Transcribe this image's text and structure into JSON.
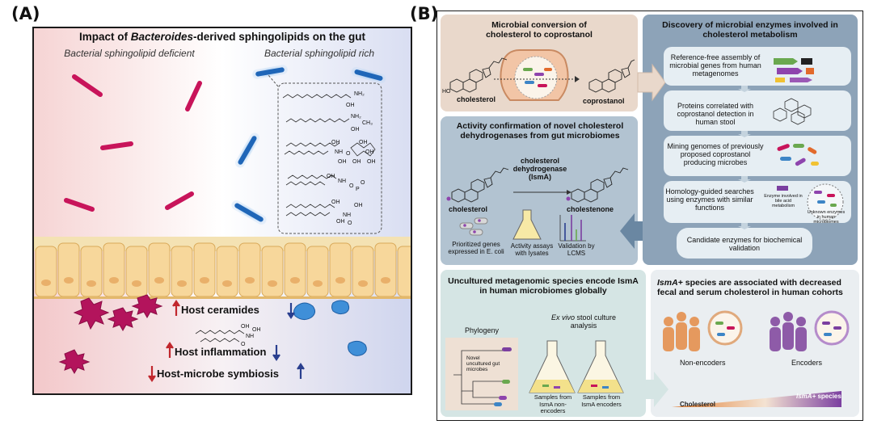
{
  "panel_a": {
    "tag": "(A)",
    "title_pre": "Impact of ",
    "title_em": "Bacteroides",
    "title_post": "-derived sphingolipids on the gut",
    "left_label": "Bacterial sphingolipid deficient",
    "right_label": "Bacterial sphingolipid rich",
    "chem_labels": [
      "NH₂",
      "OH",
      "NH₂",
      "OH",
      "CH₃",
      "OH",
      "OH",
      "NH",
      "O",
      "OH",
      "OH",
      "OH",
      "OH",
      "NH",
      "OH",
      "O",
      "O",
      "P",
      "OH",
      "NH",
      "OH",
      "OH",
      "O"
    ],
    "host_ceramides": "Host ceramides",
    "host_inflammation": "Host inflammation",
    "host_symbiosis": "Host-microbe symbiosis",
    "chem_small": [
      "OH",
      "NH",
      "OH",
      "O"
    ]
  },
  "panel_b": {
    "tag": "(B)",
    "box1": {
      "title": "Microbial conversion of cholesterol to coprostanol",
      "left": "cholesterol",
      "right": "coprostanol",
      "ho": "HO"
    },
    "box2": {
      "title": "Discovery of microbial enzymes involved in cholesterol metabolism",
      "steps": [
        "Reference-free assembly of microbial genes from human metagenomes",
        "Proteins correlated with coprostanol detection in human stool",
        "Mining genomes of previously proposed coprostanol producing microbes",
        "Homology-guided searches using enzymes with similar functions",
        "Candidate enzymes for biochemical validation"
      ],
      "enzyme_known": "Enzyme involved in bile acid metabolism",
      "enzyme_unknown": "Unknown enzymes in human microbiomes"
    },
    "box3": {
      "title": "Activity confirmation of novel cholesterol dehydrogenases from gut microbiomes",
      "enzyme": "cholesterol dehydrogenase (IsmA)",
      "left": "cholesterol",
      "right": "cholestenone",
      "items": [
        "Prioritized genes expressed in E. coli",
        "Activity assays with lysates",
        "Validation by LCMS"
      ]
    },
    "box4": {
      "title": "Uncultured metagenomic species encode IsmA in human microbiomes globally",
      "phylogeny": "Phylogeny",
      "culture_em": "Ex vivo",
      "culture": "stool culture analysis",
      "novel": "Novel uncultured gut microbes",
      "flask1": "Samples from IsmA non-encoders",
      "flask2": "Samples from IsmA encoders"
    },
    "box5": {
      "title_em": "IsmA+",
      "title": " species are associated with decreased fecal and serum cholesterol in human cohorts",
      "non": "Non-encoders",
      "enc": "Encoders",
      "bar_right_em": "IsmA+",
      "bar_right": " species",
      "bar_left": "Cholesterol"
    }
  },
  "colors": {
    "pink_rod": "#c8145a",
    "blue_rod": "#1f66b8",
    "red_arrow": "#c1272d",
    "blue_arrow": "#2a3f8f",
    "steel": "#8da3b8",
    "beige": "#e9d8cb",
    "mint": "#d8e7e6",
    "step_box": "#e6eef3"
  }
}
